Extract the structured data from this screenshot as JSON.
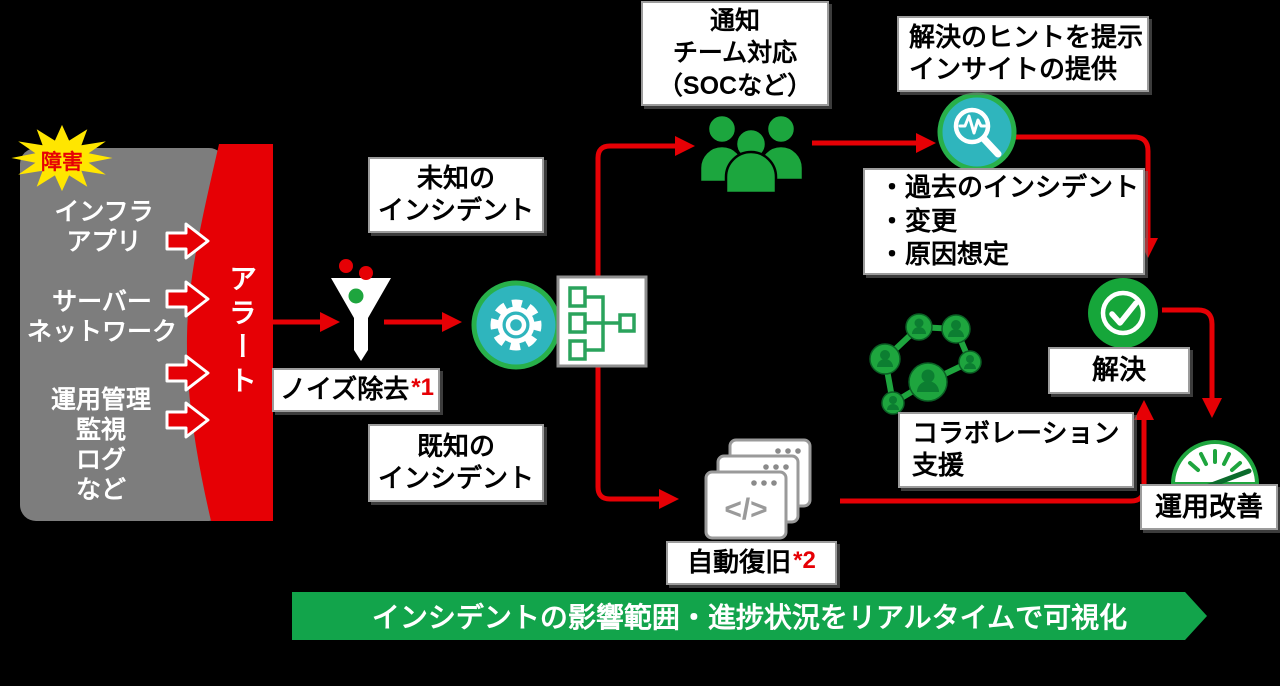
{
  "colors": {
    "red": "#e60005",
    "green": "#1ea53e",
    "teal": "#2fb5bd",
    "banner_green": "#12a44b",
    "burst_yellow": "#ffe600",
    "panel_gray": "#7d7d7d"
  },
  "failure_burst": "障害",
  "source_panel": {
    "groups": [
      "インフラ\nアプリ",
      "サーバー\nネットワーク",
      "運用管理\n監視\nログ\nなど"
    ],
    "alert": "アラート"
  },
  "labels": {
    "noise": {
      "text": "ノイズ除去",
      "note": "*1"
    },
    "unknown": "未知の\nインシデント",
    "known": "既知の\nインシデント",
    "notify": "通知\nチーム対応\n（SOCなど）",
    "hints": "解決のヒントを提示\nインサイトの提供",
    "insights": "・過去のインシデント\n・変更\n・原因想定",
    "resolve": "解決",
    "collab": "コラボレーション\n支援",
    "ops": "運用改善",
    "auto": {
      "text": "自動復旧",
      "note": "*2"
    },
    "code": "</>"
  },
  "banner": "インシデントの影響範囲・進捗状況をリアルタイムで可視化"
}
